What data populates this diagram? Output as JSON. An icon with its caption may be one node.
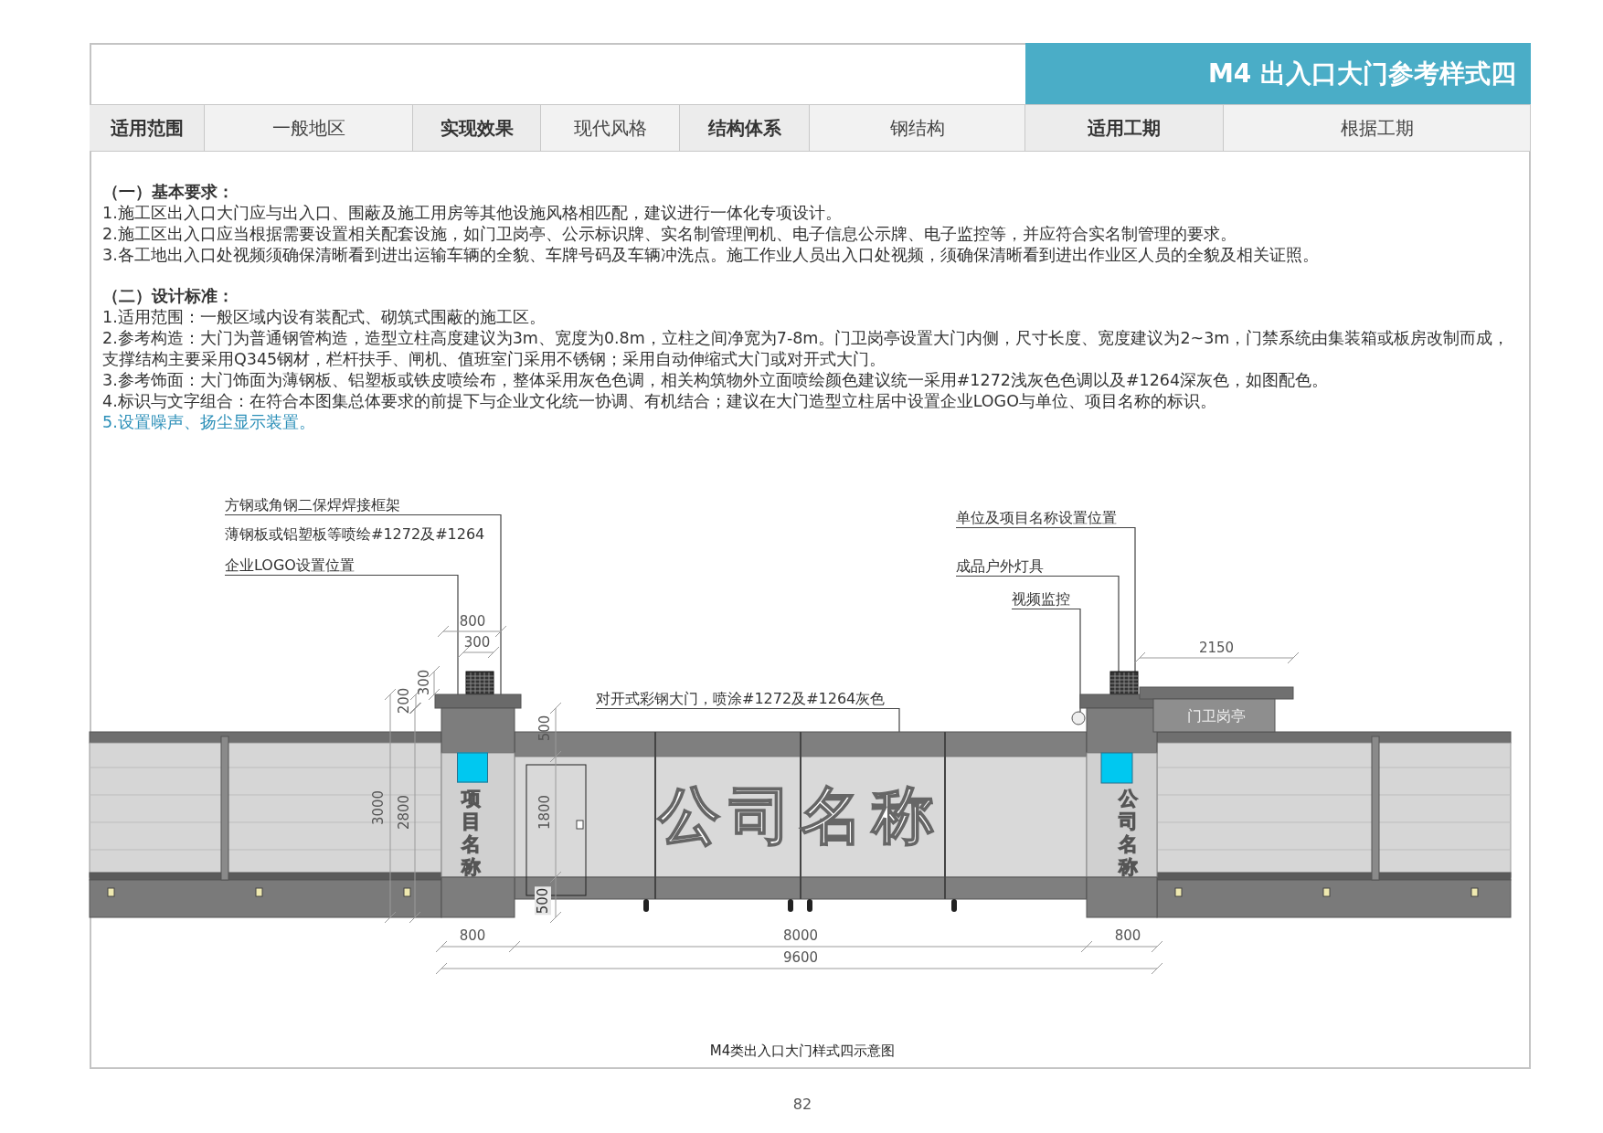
{
  "diagram": {
    "title": "M4 出入口大门参考样式四",
    "caption": "M4类出入口大门样式四示意图",
    "nodes": [
      {
        "text": [
          "方钢或角钢二保焊焊接框架"
        ]
      },
      {
        "text": [
          "企业LOGO设置位置"
        ]
      },
      {
        "text": [
          "单位及项目名称设置位置"
        ]
      },
      {
        "text": [
          "成品户外灯具"
        ]
      },
      {
        "text": [
          "视频监控"
        ]
      },
      {
        "text": [
          "对开式彩钢大门，喷涂#1272及#1264灰色"
        ]
      },
      {
        "text": [],
        "shape": "box"
      },
      {
        "text": [
          "公司名称"
        ]
      },
      {
        "text": [
          "公司名称"
        ]
      }
    ],
    "edges": [
      {
        "from": 0,
        "to": null,
        "arrow": "none"
      },
      {
        "from": 1,
        "to": 6,
        "arrow": "none"
      },
      {
        "from": 2,
        "to": 8,
        "arrow": "none"
      },
      {
        "from": 3,
        "to": null,
        "arrow": "none"
      },
      {
        "from": 4,
        "to": null,
        "arrow": "none"
      },
      {
        "from": 5,
        "to": 7,
        "arrow": "none"
      }
    ],
    "labels": [
      "适用范围",
      "一般地区",
      "实现效果",
      "现代风格",
      "结构体系",
      "钢结构",
      "适用工期",
      "根据工期",
      "（一）基本要求：",
      "1.施工区出入口大门应与出入口、围蔽及施工用房等其他设施风格相匹配，建议进行一体化专项设计。",
      "2.施工区出入口应当根据需要设置相关配套设施，如门卫岗亭、公示标识牌、实名制管理闸机、电子信息公示牌、电子监控等，并应符合实名制管理的要求。",
      "3.各工地出入口处视频须确保清晰看到进出运输车辆的全貌、车牌号码及车辆冲洗点。施工作业人员出入口处视频，须确保清晰看到进出作业区人员的全貌及相关证照。",
      "（二）设计标准：",
      "1.适用范围：一般区域内设有装配式、砌筑式围蔽的施工区。",
      "2.参考构造：大门为普通钢管构造，造型立柱高度建议为3m、宽度为0.8m，立柱之间净宽为7-8m。门卫岗亭设置大门内侧，尺寸长度、宽度建议为2~3m，门禁系统由集装箱或板房改制而成，支撑结构主要采用Q345钢材，栏杆扶手、闸机、值班室门采用不锈钢；采用自动伸缩式大门或对开式大门。",
      "3.参考饰面：大门饰面为薄钢板、铝塑板或铁皮喷绘布，整体采用灰色色调，相关构筑物外立面喷绘颜色建议统一采用#1272浅灰色色调以及#1264深灰色，如图配色。",
      "4.标识与文字组合：在符合本图集总体要求的前提下与企业文化统一协调、有机结合；建议在大门造型立柱居中设置企业LOGO与单位、项目名称的标识。",
      "5.设置噪声、扬尘显示装置。",
      "薄钢板或铝塑板等喷绘#1272及#1264",
      "800",
      "300",
      "2150",
      "300",
      "200",
      "门卫岗亭",
      "500",
      "3000",
      "2800",
      "项目名称",
      "1800",
      "500",
      "800",
      "8000",
      "800",
      "9600",
      "82"
    ]
  }
}
